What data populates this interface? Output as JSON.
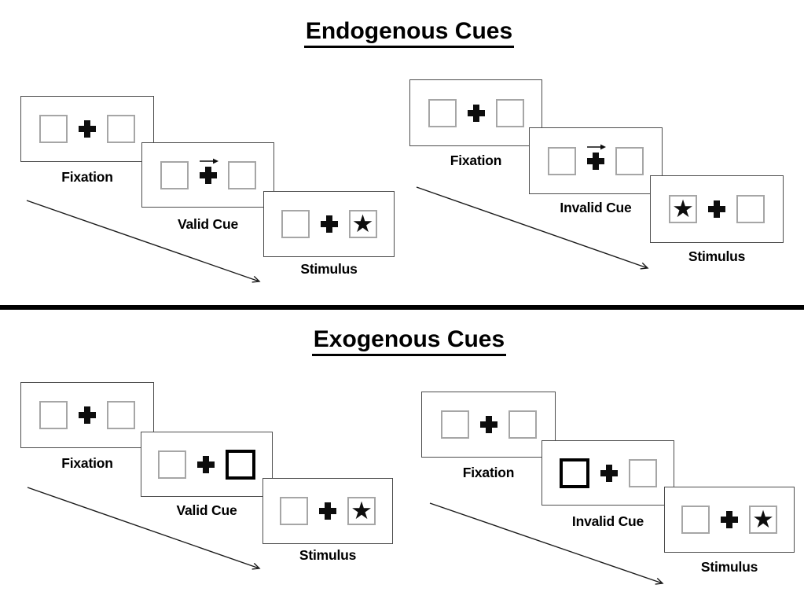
{
  "titles": {
    "endogenous": "Endogenous Cues",
    "exogenous": "Exogenous Cues"
  },
  "icons": {
    "star": "★",
    "fixation_cross": "heavy-plus",
    "cue_arrow": "thin-right-arrow"
  },
  "colors": {
    "background": "#ffffff",
    "ink": "#000000",
    "card_border": "#4d4d4d",
    "placeholder_box_border": "#a6a6a6",
    "cue_highlight_border": "#000000"
  },
  "panels": [
    {
      "name": "endogenous-valid",
      "cards": [
        {
          "label": "Fixation",
          "content": "two empty boxes with central cross"
        },
        {
          "label": "Valid Cue",
          "content": "right-pointing arrow above cross",
          "cue": "arrow-right"
        },
        {
          "label": "Stimulus",
          "content": "star in right box",
          "star_side": "right"
        }
      ]
    },
    {
      "name": "endogenous-invalid",
      "cards": [
        {
          "label": "Fixation",
          "content": "two empty boxes with central cross"
        },
        {
          "label": "Invalid Cue",
          "content": "right-pointing arrow above cross",
          "cue": "arrow-right"
        },
        {
          "label": "Stimulus",
          "content": "star in left box",
          "star_side": "left"
        }
      ]
    },
    {
      "name": "exogenous-valid",
      "cards": [
        {
          "label": "Fixation",
          "content": "two empty boxes with central cross"
        },
        {
          "label": "Valid Cue",
          "content": "right box highlighted thick black",
          "cue": "highlight-right-box"
        },
        {
          "label": "Stimulus",
          "content": "star in right box",
          "star_side": "right"
        }
      ]
    },
    {
      "name": "exogenous-invalid",
      "cards": [
        {
          "label": "Fixation",
          "content": "two empty boxes with central cross"
        },
        {
          "label": "Invalid Cue",
          "content": "left box highlighted thick black",
          "cue": "highlight-left-box"
        },
        {
          "label": "Stimulus",
          "content": "star in right box",
          "star_side": "right"
        }
      ]
    }
  ]
}
